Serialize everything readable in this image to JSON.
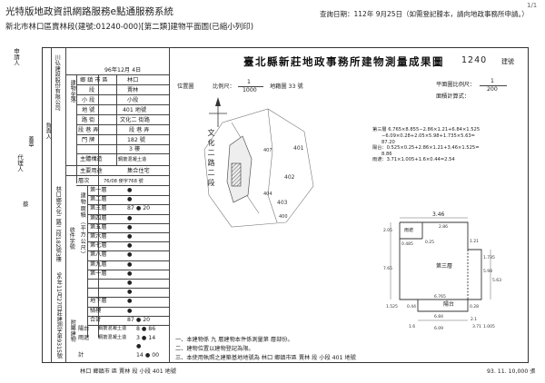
{
  "header": {
    "service_title": "光特版地政資訊網路服務e點通服務系統",
    "office_line": "新北市林口區賣林段(建號:01240-000)[第二類]建物平面圖(已縮小列印)",
    "query_date": "查詢日期：112年 9月25日（如需登記謄本，請向地政事務所申請。）",
    "page_no": "1/1"
  },
  "doc": {
    "title": "臺北縣新莊地政事務所建物測量成果圖",
    "building_no": "1240",
    "building_no_suffix": "建號"
  },
  "left_margin": {
    "applicant_label": "申請人",
    "agent_label": "代理人",
    "agent_name": "蔡",
    "verify_label": "蓋章"
  },
  "form": {
    "applicant_name": "川弘建設股份有限公司",
    "owner_label": "負責人",
    "date": "96年12月 4日",
    "rows": [
      {
        "k": "建物坐落",
        "a": "鄉 鎮 市 區",
        "b": "林口"
      },
      {
        "k": "",
        "a": "段",
        "b": "賣林"
      },
      {
        "k": "",
        "a": "小 段",
        "b": "小段"
      },
      {
        "k": "",
        "a": "地 號",
        "b": "401 地號"
      },
      {
        "k": "",
        "a": "路 街",
        "b": "文化二 街路"
      },
      {
        "k": "",
        "a": "段 巷 弄",
        "b": "段 巷 弄"
      },
      {
        "k": "",
        "a": "門 牌",
        "b": "182 號"
      },
      {
        "k": "",
        "a": "",
        "b": "3 樓"
      },
      {
        "k": "",
        "a": "主體構造",
        "b": "鋼筋混凝土造"
      },
      {
        "k": "",
        "a": "主要用途",
        "b": "集合住宅"
      }
    ],
    "area_hdr_a": "層次",
    "area_hdr_b": "76/08 使字768 號",
    "area_vertical_label": "建物面積（平方公尺）",
    "floors": [
      {
        "name": "第一層",
        "value": "●"
      },
      {
        "name": "第二層",
        "value": "●"
      },
      {
        "name": "第三層",
        "value": "87 ● 20"
      },
      {
        "name": "第四層",
        "value": "●"
      },
      {
        "name": "第五層",
        "value": "●"
      },
      {
        "name": "第六層",
        "value": "●"
      },
      {
        "name": "第七層",
        "value": "●"
      },
      {
        "name": "第八層",
        "value": "●"
      },
      {
        "name": "第九層",
        "value": "●"
      },
      {
        "name": "第十層",
        "value": "●"
      },
      {
        "name": "",
        "value": "●"
      },
      {
        "name": "",
        "value": "●"
      },
      {
        "name": "地下層",
        "value": "●"
      },
      {
        "name": "騎樓",
        "value": "●"
      },
      {
        "name": "合計",
        "value": "87 ● 20"
      }
    ],
    "accessory_label": "附屬建物",
    "accessory": [
      {
        "name": "陽台",
        "use": "鋼筋混凝土造",
        "value": "8 ● 86"
      },
      {
        "name": "雨遮",
        "use": "鋼筋混凝土造",
        "value": "3 ● 14"
      },
      {
        "name": "",
        "use": "",
        "value": "●"
      },
      {
        "name": "計",
        "use": "",
        "value": "14 ● 00"
      }
    ],
    "vertical_address": "林口鄉文化二路二段182號3樓",
    "registration_label": "收件字號",
    "registration_no": "96年11月27日莊建測字第9315號"
  },
  "plan": {
    "position_label": "位置圖",
    "position_scale_label": "比例尺：",
    "position_scale_num": "1",
    "position_scale_den": "1000",
    "position_extra": "地籍圖 33 號",
    "road_label": "文化二路二段",
    "lot_numbers": [
      "401",
      "402",
      "403",
      "404",
      "407",
      "400"
    ],
    "floor_scale_label": "平面圖比例尺：",
    "floor_scale_num": "1",
    "floor_scale_den": "200",
    "calc_label": "面積計算式：",
    "calc_lines": [
      "第三層 6.765×8.855−2.86×1.21+6.84×1.525",
      "−6.09×0.28+2.05×5.98+1.735×5.63=",
      "87.20",
      "陽台：0.525×0.25+2.86×1.21+3.46×1.525=",
      "8.86",
      "雨遮：3.71×1.005+1.6×0.44=2.54"
    ],
    "dim_top": "3.46",
    "dim_labels": [
      "2.05",
      "0.485",
      "0.25",
      "1.21",
      "2.86",
      "5.98",
      "7.65",
      "1.735",
      "5.63",
      "6.765",
      "6.84",
      "0.28",
      "1.525",
      "0.44",
      "2.1",
      "6.09",
      "3.71",
      "1.005",
      "1.6"
    ],
    "room_main": "第三層",
    "room_balcony": "陽台",
    "room_rain": "雨遮"
  },
  "notes": {
    "n1": "一、本建物係 九 層建物本件係測量第 層部份。",
    "n2": "二、建物位置以建物登記為限。",
    "n3": "三、本使用執照之建築基地地號為 林口 鄉鎮市區 賣林 段 小段 401 地號"
  },
  "footer": {
    "left": "林口 鄉鎮市 區 賣林 段 小段 401 地號",
    "right": "93. 11. 10,000 張"
  }
}
